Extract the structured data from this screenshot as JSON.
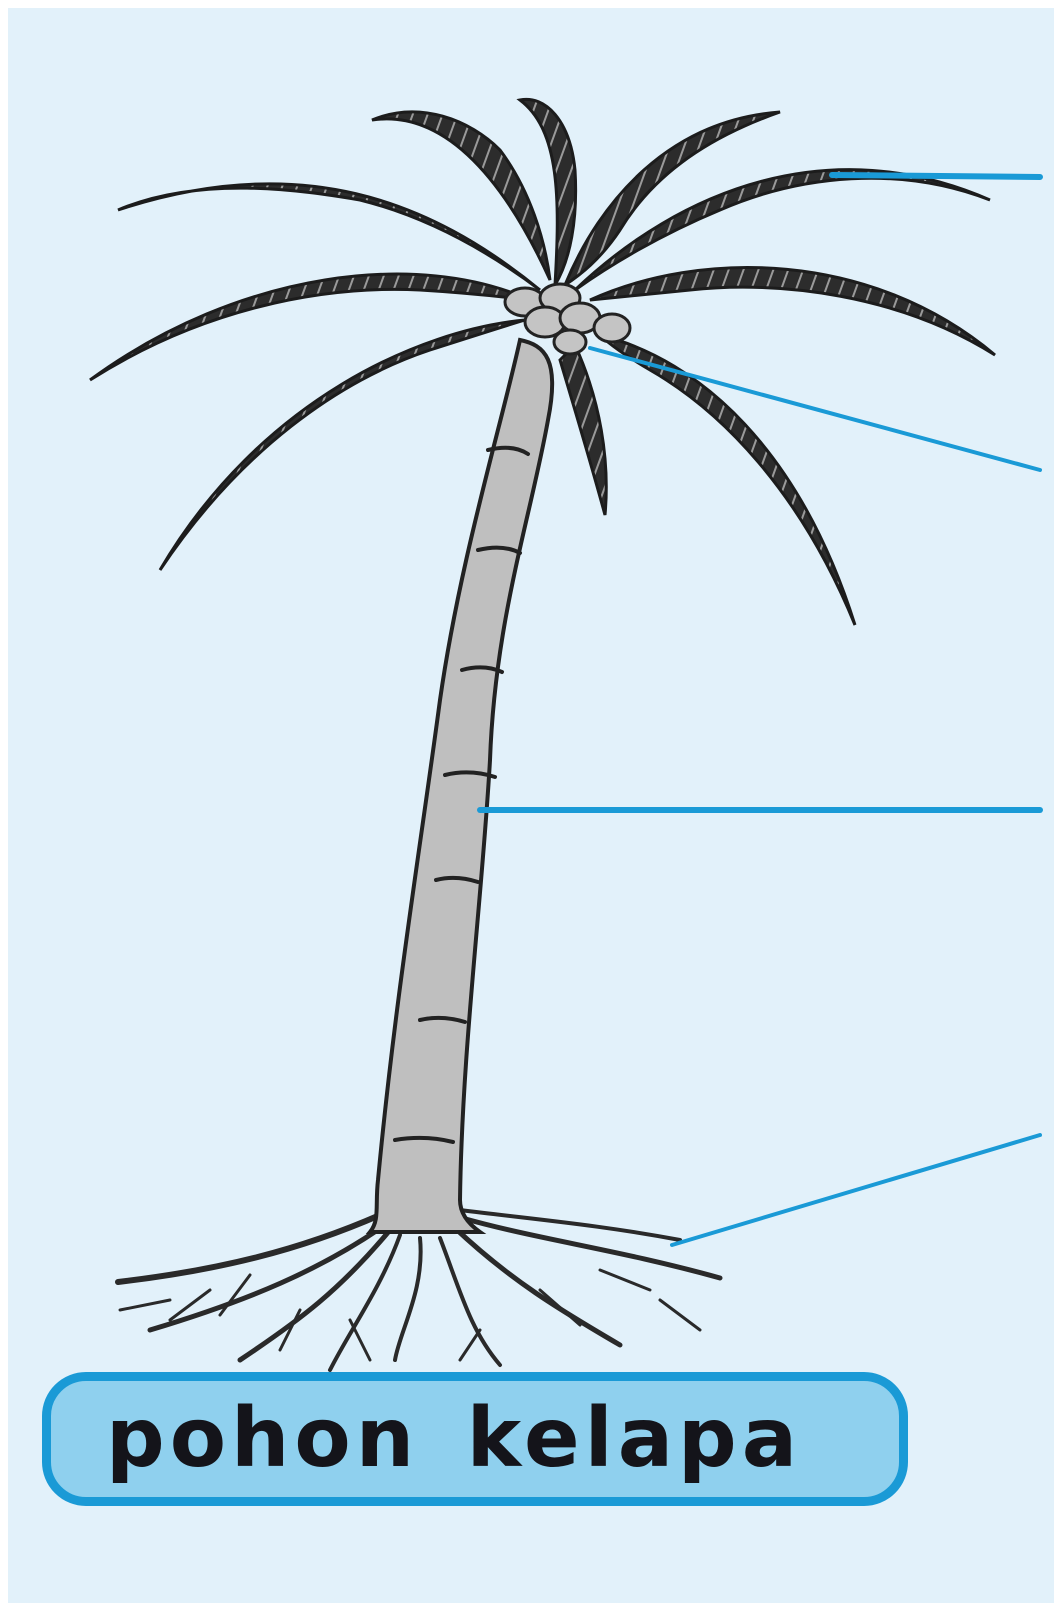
{
  "diagram": {
    "caption": "pohon kelapa",
    "leader_line_color": "#1a9ad6",
    "background_color": "#e2f1fa",
    "parts": [
      {
        "part": "daun",
        "label": ""
      },
      {
        "part": "buah",
        "label": ""
      },
      {
        "part": "batang",
        "label": ""
      },
      {
        "part": "akar",
        "label": ""
      }
    ],
    "icons": {
      "tree": "coconut-tree-illustration"
    }
  }
}
